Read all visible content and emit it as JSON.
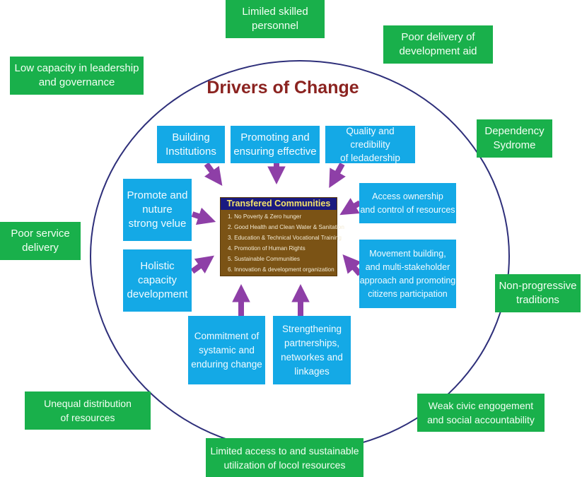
{
  "title": "Drivers of Change",
  "center": {
    "heading": "Transfered Communities",
    "items": [
      "1. No Poverty & Zero hunger",
      "2. Good Health and Clean Water & Sanitation",
      "3. Education & Technical Vocational Training",
      "4. Promotion of Human Rights",
      "5. Sustainable Communities",
      "6. Innovation & development organization"
    ]
  },
  "drivers": [
    "Building\nInstitutions",
    "Promoting and\nensuring effective",
    "Quality and credibility\nof ledadership",
    "Promote and\nnuture\nstrong velue",
    "Access ownership\nand control of resources",
    "Holistic\ncapacity\ndevelopment",
    "Movement building,\nand multi-stakeholder\napproach and promoting\ncitizens participation",
    "Commitment of\nsystamic and\nenduring change",
    "Strengthening\npartnerships,\nnetworkes and\nlinkages"
  ],
  "challenges": [
    "Limiled skilled\npersonnel",
    "Poor delivery of\ndevelopment aid",
    "Low capacity in leadership\nand governance",
    "Dependency\nSydrome",
    "Poor service\ndelivery",
    "Non-progressive\ntraditions",
    "Unequal distribution\nof resources",
    "Weak civic engogement\nand social accountability",
    "Limited access to and sustainable\nutilization of locol resources"
  ],
  "colors": {
    "challenge_box": "#19b04b",
    "driver_box": "#14a9e6",
    "arrow": "#8e3fa7",
    "circle": "#2e2f7a",
    "title": "#8b2320",
    "center_body": "#7b5315",
    "center_header": "#1a1a80",
    "center_header_text": "#f4e36a"
  }
}
